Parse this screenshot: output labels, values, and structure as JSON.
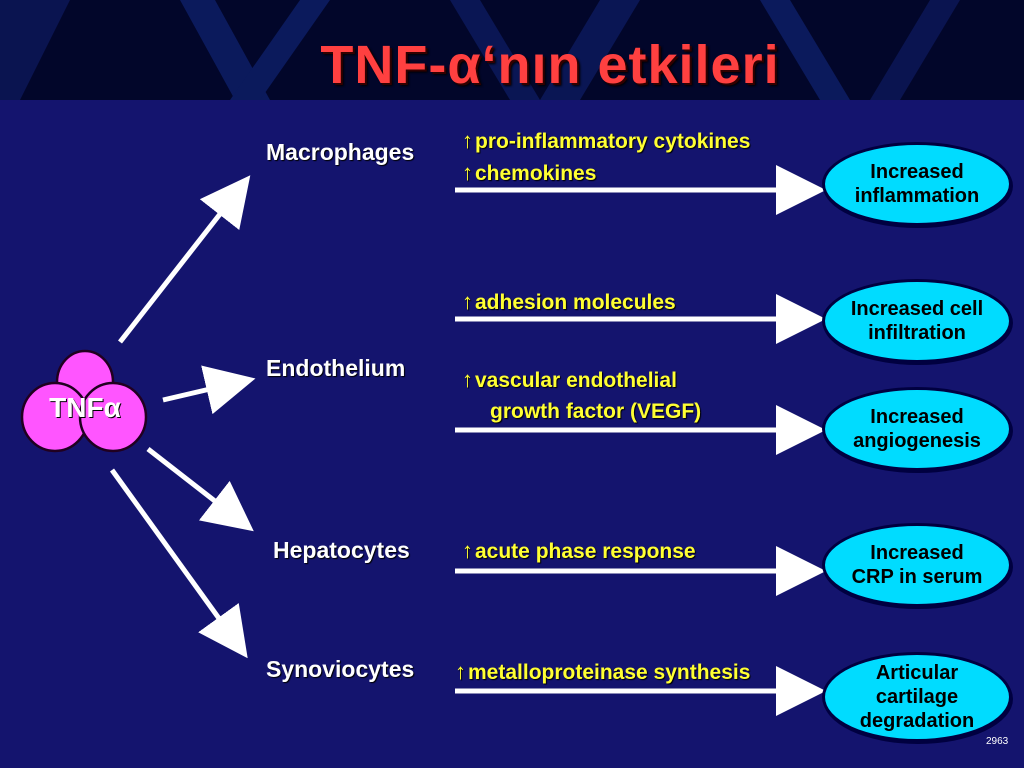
{
  "title": "TNF-α‘nın etkileri",
  "center": {
    "label": "TNFα"
  },
  "cells": [
    {
      "label": "Macrophages"
    },
    {
      "label": "Endothelium"
    },
    {
      "label": "Hepatocytes"
    },
    {
      "label": "Synoviocytes"
    }
  ],
  "effects": [
    {
      "arrow": "↑",
      "lines": [
        "pro-inflammatory cytokines",
        "chemokines"
      ]
    },
    {
      "arrow": "↑",
      "lines": [
        "adhesion molecules"
      ]
    },
    {
      "arrow": "↑",
      "lines": [
        "vascular endothelial",
        "growth factor (VEGF)"
      ]
    },
    {
      "arrow": "↑",
      "lines": [
        "acute phase response"
      ]
    },
    {
      "arrow": "↑",
      "lines": [
        "metalloproteinase synthesis"
      ]
    }
  ],
  "outcomes": [
    {
      "lines": [
        "Increased",
        "inflammation"
      ]
    },
    {
      "lines": [
        "Increased cell",
        "infiltration"
      ]
    },
    {
      "lines": [
        "Increased",
        "angiogenesis"
      ]
    },
    {
      "lines": [
        "Increased",
        "CRP in serum"
      ]
    },
    {
      "lines": [
        "Articular",
        "cartilage",
        "degradation"
      ]
    }
  ],
  "footnote": "2963",
  "colors": {
    "background": "#14146e",
    "header": "#02062a",
    "title": "#ff4040",
    "effect_text": "#ffff33",
    "outcome_fill": "#00dcff",
    "tnf_fill": "#ff55ff",
    "arrow": "#ffffff"
  }
}
